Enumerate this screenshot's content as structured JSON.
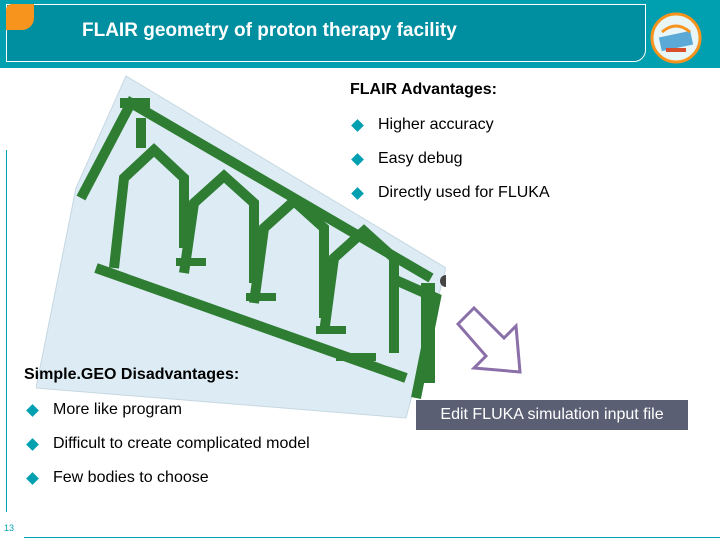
{
  "slide": {
    "title": "FLAIR geometry of proton therapy facility",
    "page_number": "13"
  },
  "advantages": {
    "heading": "FLAIR Advantages:",
    "items": [
      "Higher accuracy",
      "Easy debug",
      "Directly used for FLUKA"
    ]
  },
  "disadvantages": {
    "heading": "Simple.GEO Disadvantages:",
    "items": [
      "More like program",
      "Difficult to create complicated model",
      "Few bodies to choose"
    ]
  },
  "callout": {
    "label": "Edit FLUKA simulation input file"
  },
  "colors": {
    "accent": "#00a0b0",
    "tab_orange": "#f7941d",
    "wall_green": "#2e7d32",
    "callout_bg": "#5b5f73",
    "arrow_purple": "#8a6fa8"
  },
  "icons": {
    "bullet": "diamond-bullet-icon",
    "arrow": "down-right-arrow-icon",
    "logo": "institute-logo-icon"
  }
}
